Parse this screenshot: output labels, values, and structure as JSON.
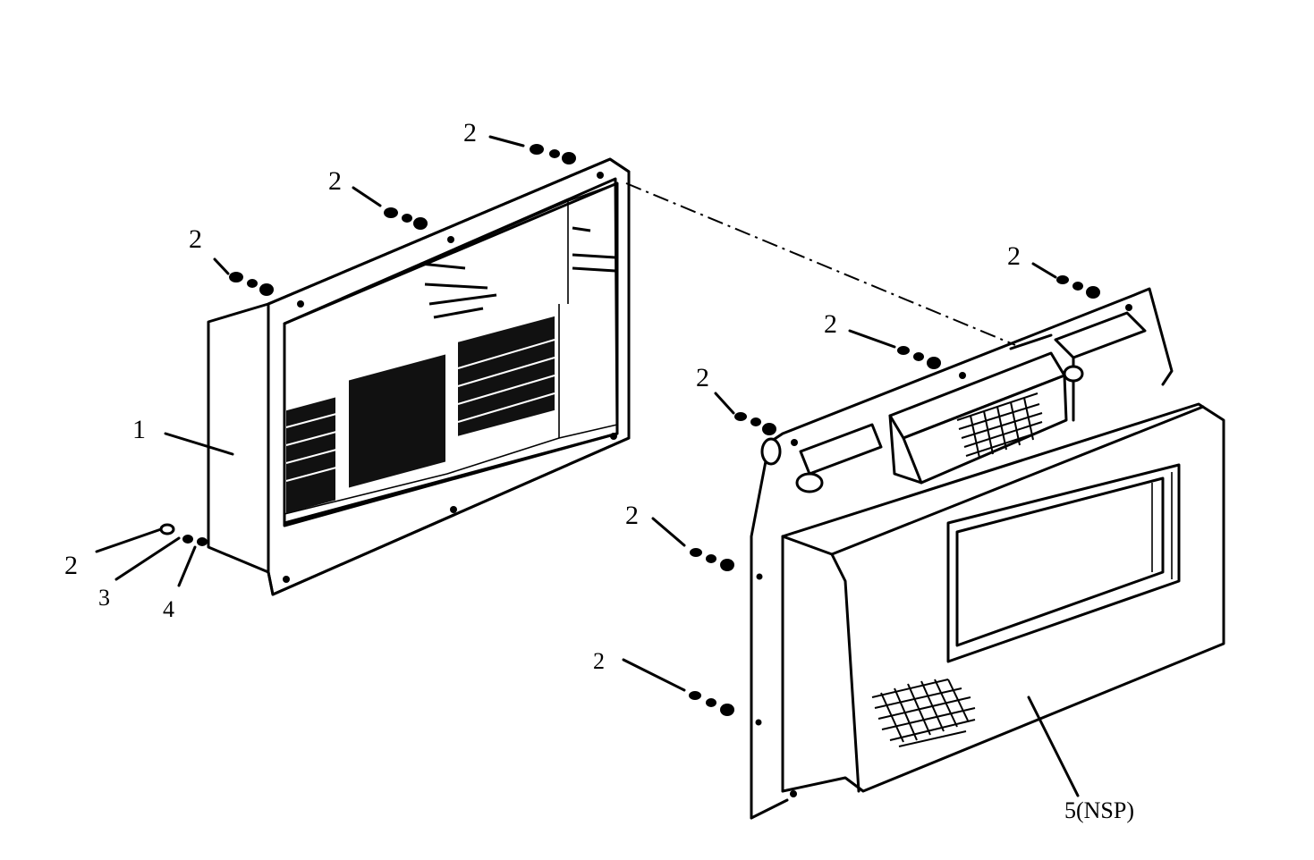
{
  "callouts": {
    "c1": "1",
    "c2": "2",
    "c3": "3",
    "c4": "4",
    "c5": "5(NSP)"
  }
}
